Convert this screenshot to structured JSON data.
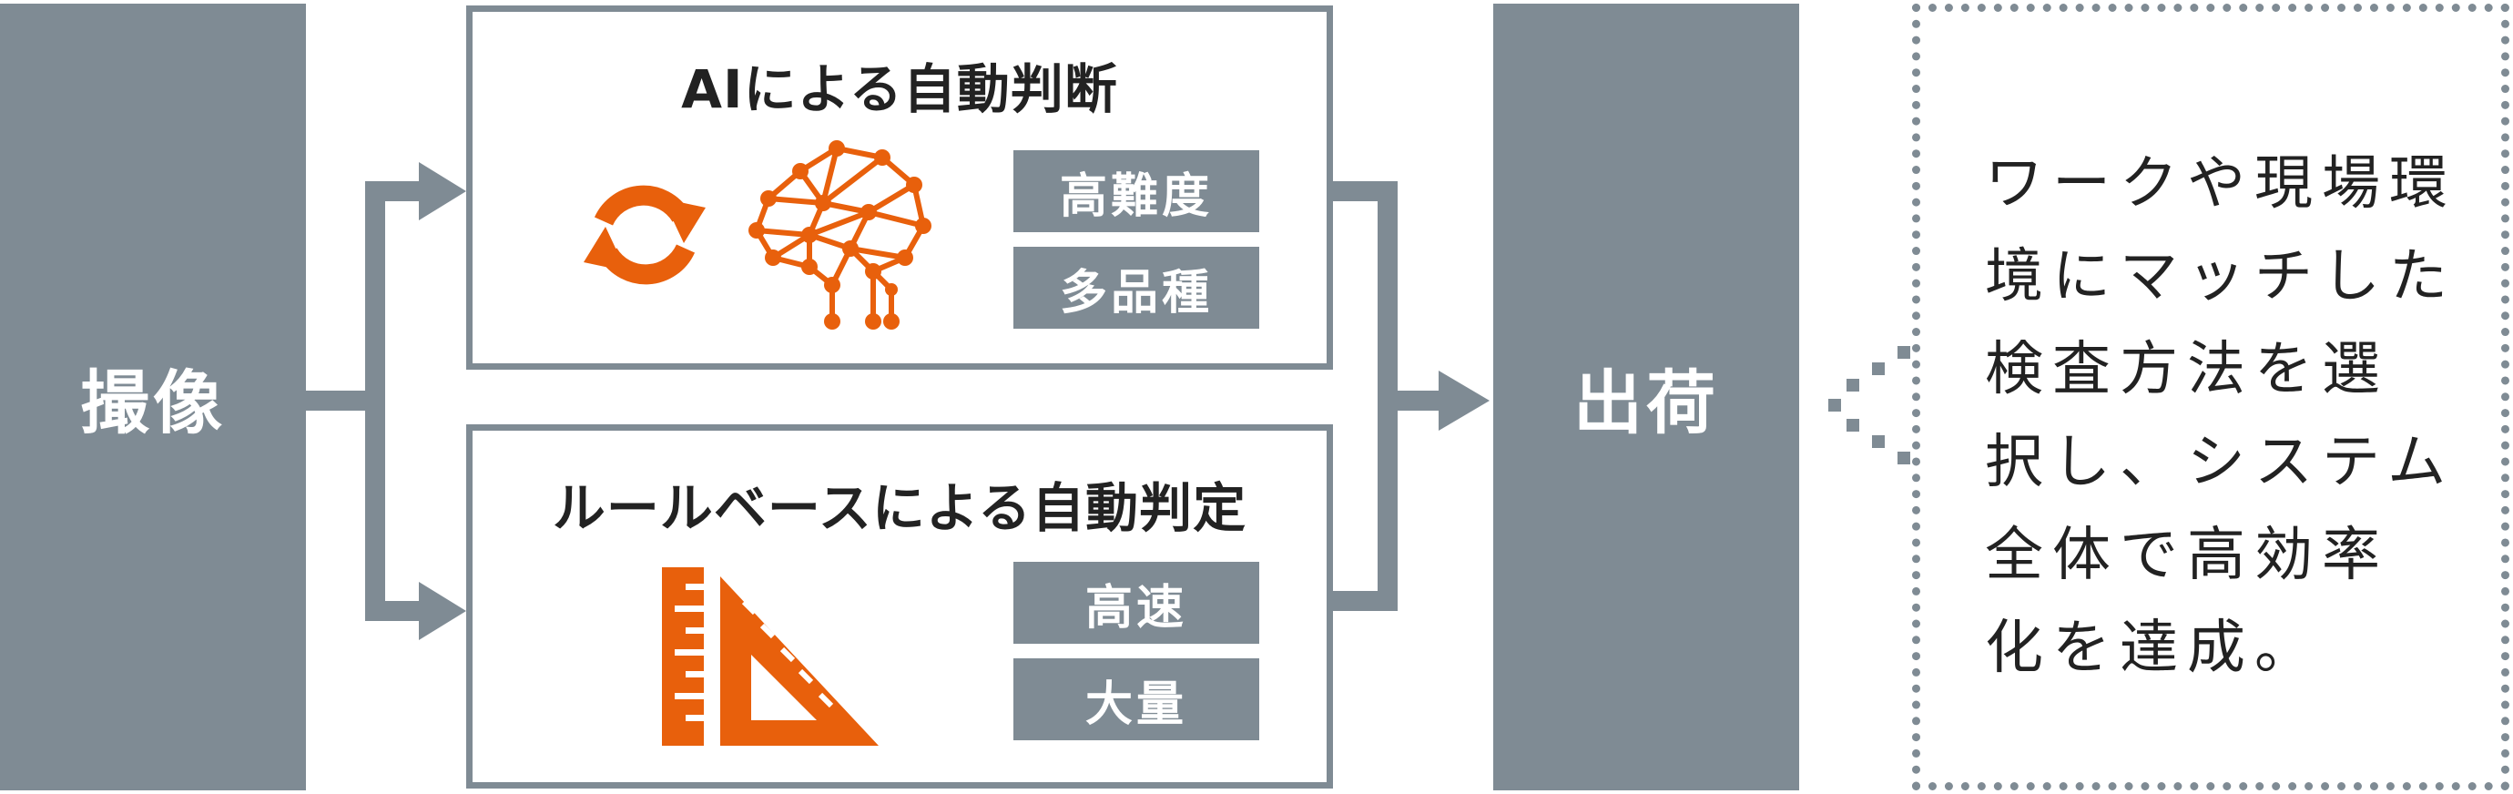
{
  "colors": {
    "gray": "#7f8b94",
    "orange": "#e8600c",
    "text": "#222222"
  },
  "capture_block": {
    "label": "撮像"
  },
  "ai_panel": {
    "title": "AIによる自動判断",
    "icons": [
      "refresh-icon",
      "ai-brain-icon"
    ],
    "tags": [
      "高難度",
      "多品種"
    ]
  },
  "rule_panel": {
    "title": "ルールベースによる自動判定",
    "icons": [
      "ruler-triangle-icon"
    ],
    "tags": [
      "高速",
      "大量"
    ]
  },
  "shipping_block": {
    "label": "出荷"
  },
  "callout": {
    "lines": [
      "ワークや現場環",
      "境にマッチした",
      "検査方法を選",
      "択し、システム",
      "全体で高効率",
      "化を達成。"
    ]
  }
}
